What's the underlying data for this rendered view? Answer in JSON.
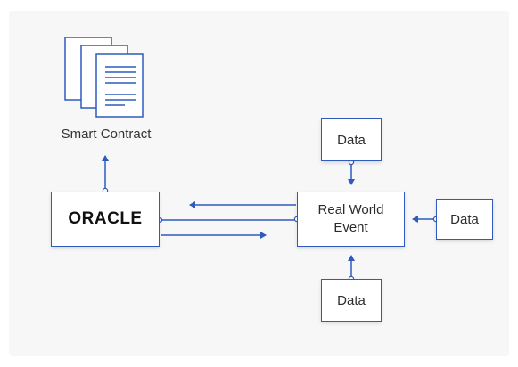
{
  "diagram": {
    "smart_contract_label": "Smart Contract",
    "oracle_label": "ORACLE",
    "event_label_line1": "Real World",
    "event_label_line2": "Event",
    "data_labels": {
      "top": "Data",
      "right": "Data",
      "bottom": "Data"
    },
    "colors": {
      "accent": "#2f5bbd",
      "box_fill": "#ffffff",
      "background": "#f7f7f7",
      "text": "#2b2b2b"
    },
    "icons": {
      "document": "document-stack-icon"
    }
  }
}
